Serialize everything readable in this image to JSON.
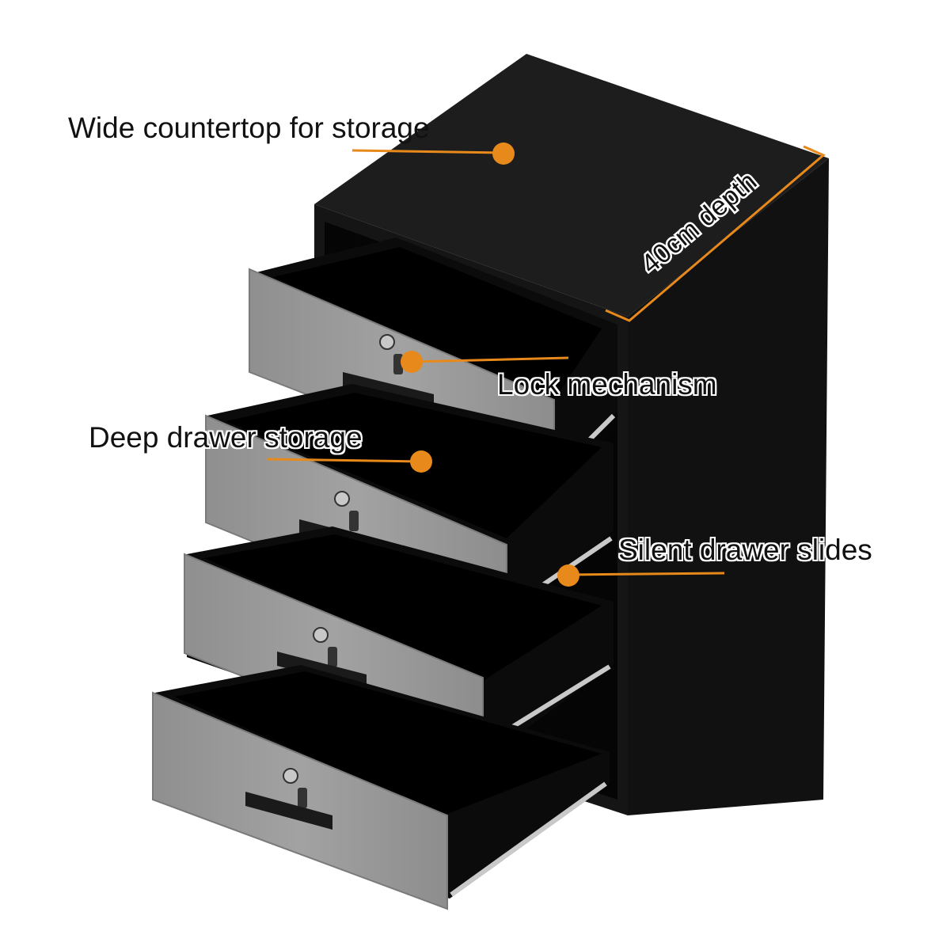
{
  "colors": {
    "accent": "#e8891c",
    "cabinet": "#1b1b1b",
    "drawer_front": "#9b9b9b",
    "background": "#ffffff"
  },
  "callouts": {
    "countertop": "Wide countertop for storage",
    "depth": "40cm depth",
    "lock": "Lock mechanism",
    "drawer": "Deep drawer storage",
    "slides": "Silent drawer slides"
  },
  "icons": [
    "lock-icon",
    "key-icon",
    "handle-icon"
  ]
}
